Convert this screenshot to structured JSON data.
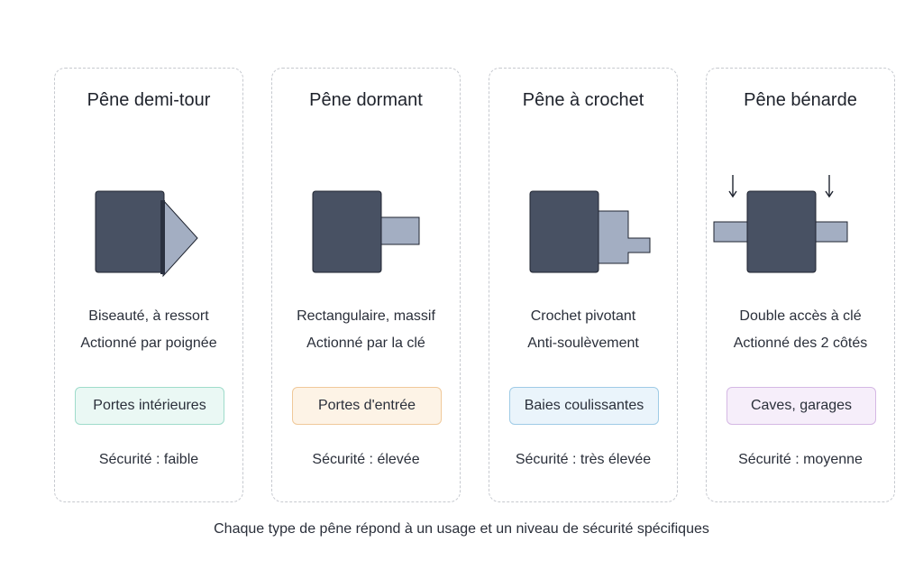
{
  "cards": [
    {
      "title": "Pêne demi-tour",
      "desc_line1": "Biseauté, à ressort",
      "desc_line2": "Actionné par poignée",
      "usage": "Portes intérieures",
      "security": "Sécurité : faible"
    },
    {
      "title": "Pêne dormant",
      "desc_line1": "Rectangulaire, massif",
      "desc_line2": "Actionné par la clé",
      "usage": "Portes d'entrée",
      "security": "Sécurité : élevée"
    },
    {
      "title": "Pêne à crochet",
      "desc_line1": "Crochet pivotant",
      "desc_line2": "Anti-soulèvement",
      "usage": "Baies coulissantes",
      "security": "Sécurité : très élevée"
    },
    {
      "title": "Pêne bénarde",
      "desc_line1": "Double accès à clé",
      "desc_line2": "Actionné des 2 côtés",
      "usage": "Caves, garages",
      "security": "Sécurité : moyenne"
    }
  ],
  "caption": "Chaque type de pêne répond à un usage et un niveau de sécurité spécifiques",
  "colors": {
    "lock_body": "#485163",
    "bolt": "#a3aec2",
    "stroke": "#1f2430",
    "badge_teal": "#eaf8f4",
    "badge_orange": "#fdf3e6",
    "badge_blue": "#eaf4fb",
    "badge_purple": "#f6eefa"
  }
}
